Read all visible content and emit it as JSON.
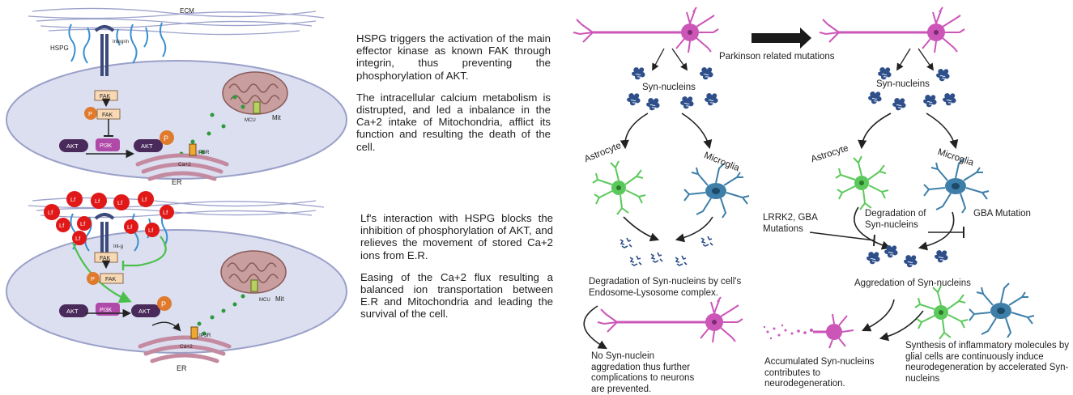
{
  "panel_top": {
    "ecm": "ECM",
    "hspg": "HSPG",
    "integrin": "Integrin",
    "fak1": "FAK",
    "p": "P",
    "fak2": "FAK",
    "akt_left": "AKT",
    "pi3k": "PI3K",
    "akt_right": "AKT",
    "p_akt": "P",
    "mcu": "MCU",
    "mit": "Mit",
    "ip3r": "IP3R",
    "ca": "Ca+2",
    "er": "ER"
  },
  "panel_bottom": {
    "lf": "Lf",
    "integrin": "Int-g",
    "fak1": "FAK",
    "p": "P",
    "fak2": "FAK",
    "akt_left": "AKT",
    "pi3k": "PI3K",
    "akt_right": "AKT",
    "p_akt": "P",
    "mcu": "MCU",
    "mit": "Mit",
    "ip3r": "IP3R",
    "ca": "Ca+2",
    "er": "ER"
  },
  "text_blocks": {
    "top_p1": "HSPG triggers the activation of the main effector kinase as known FAK through integrin, thus preventing the phosphorylation of AKT.",
    "top_p2": "The intracellular calcium metabolism is distrupted, and led a inbalance in the Ca+2 intake of Mitochondria, afflict its function and resulting the death of the cell.",
    "bottom_p1": "Lf's interaction with HSPG blocks the inhibition of phosphorylation of AKT, and relieves the movement of stored Ca+2 ions from E.R.",
    "bottom_p2": "Easing of the Ca+2 flux resulting a balanced ion transportation between E.R and Mitochondria and leading the survival of the cell."
  },
  "normal_pathway": {
    "syn_nucleins": "Syn-nucleins",
    "astrocyte": "Astrocyte",
    "microglia": "Microglia",
    "degradation": "Degradation of Syn-nucleins by cell's Endosome-Lysosome complex.",
    "outcome": "No Syn-nuclein aggredation thus further complications to neurons are prevented."
  },
  "transition": "Parkinson related mutations",
  "disease_pathway": {
    "syn_nucleins": "Syn-nucleins",
    "astrocyte": "Astrocyte",
    "microglia": "Microglia",
    "lrrk2": "LRRK2, GBA Mutations",
    "degradation": "Degradation of Syn-nucleins",
    "gba": "GBA Mutation",
    "aggregation": "Aggredation of Syn-nucleins",
    "accumulated": "Accumulated Syn-nucleins contributes to neurodegeneration.",
    "synthesis": "Synthesis of inflammatory molecules by glial cells are continuously induce neurodegeneration by accelerated Syn-nucleins"
  },
  "colors": {
    "cell": "#dcdff0",
    "membrane": "#9aa0c8",
    "fak": "#f7d9b5",
    "p": "#e07b2e",
    "akt": "#4a2a5a",
    "pi3k": "#b04aa8",
    "lf": "#e01818",
    "green_arrow": "#4ac04a",
    "neuron": "#cc55b8",
    "astrocyte": "#5cc95c",
    "microglia": "#3d7fa8",
    "synuclein": "#2f4f8a",
    "mito": "#c89e9e"
  }
}
